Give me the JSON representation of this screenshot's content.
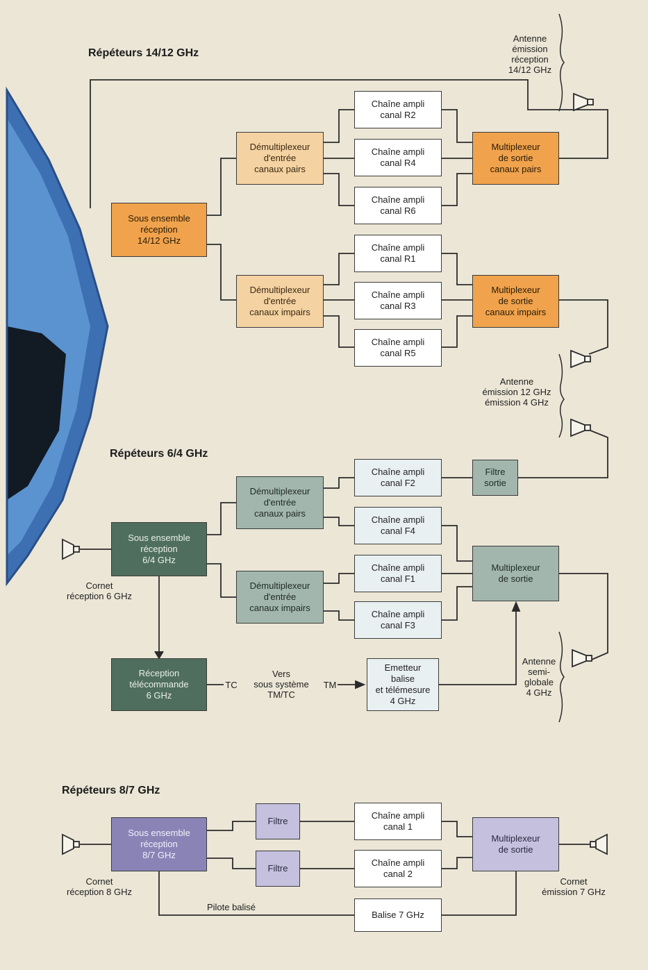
{
  "sections": {
    "ku": {
      "title": "Répéteurs 14/12 GHz",
      "receive": "Sous ensemble\nréception\n14/12 GHz",
      "demux_even": "Démultiplexeur\nd'entrée\ncanaux pairs",
      "demux_odd": "Démultiplexeur\nd'entrée\ncanaux impairs",
      "ch_r2": "Chaîne ampli\ncanal R2",
      "ch_r4": "Chaîne ampli\ncanal R4",
      "ch_r6": "Chaîne ampli\ncanal R6",
      "ch_r1": "Chaîne ampli\ncanal R1",
      "ch_r3": "Chaîne ampli\ncanal R3",
      "ch_r5": "Chaîne ampli\ncanal R5",
      "mux_even": "Multiplexeur\nde sortie\ncanaux pairs",
      "mux_odd": "Multiplexeur\nde sortie\ncanaux impairs",
      "antenna_top": "Antenne\némission\nréception\n14/12 GHz",
      "antenna_mid": "Antenne\némission 12 GHz\némission 4 GHz"
    },
    "c": {
      "title": "Répéteurs 6/4 GHz",
      "receive": "Sous ensemble\nréception\n6/4 GHz",
      "demux_even": "Démultiplexeur\nd'entrée\ncanaux pairs",
      "demux_odd": "Démultiplexeur\nd'entrée\ncanaux impairs",
      "ch_f2": "Chaîne ampli\ncanal F2",
      "ch_f4": "Chaîne ampli\ncanal F4",
      "ch_f1": "Chaîne ampli\ncanal F1",
      "ch_f3": "Chaîne ampli\ncanal F3",
      "filter_out": "Filtre\nsortie",
      "mux_out": "Multiplexeur\nde sortie",
      "telecommand": "Réception\ntélécommande\n6 GHz",
      "beacon_tx": "Emetteur\nbalise\net télémesure\n4 GHz",
      "cornet_rx": "Cornet\nréception 6 GHz",
      "tc": "TC",
      "tm": "TM",
      "vers": "Vers\nsous système\nTM/TC",
      "antenna_semi": "Antenne\nsemi-\nglobale\n4 GHz"
    },
    "x": {
      "title": "Répéteurs 8/7 GHz",
      "receive": "Sous ensemble\nréception\n8/7 GHz",
      "filter1": "Filtre",
      "filter2": "Filtre",
      "ch_1": "Chaîne ampli\ncanal 1",
      "ch_2": "Chaîne ampli\ncanal 2",
      "mux_out": "Multiplexeur\nde sortie",
      "beacon": "Balise 7 GHz",
      "pilot": "Pilote balisé",
      "cornet_rx": "Cornet\nréception 8 GHz",
      "cornet_tx": "Cornet\némission 7 GHz"
    }
  },
  "colors": {
    "background": "#ebe6d6",
    "earth": "#3d6fb3",
    "lines": "#2b2b2b"
  }
}
